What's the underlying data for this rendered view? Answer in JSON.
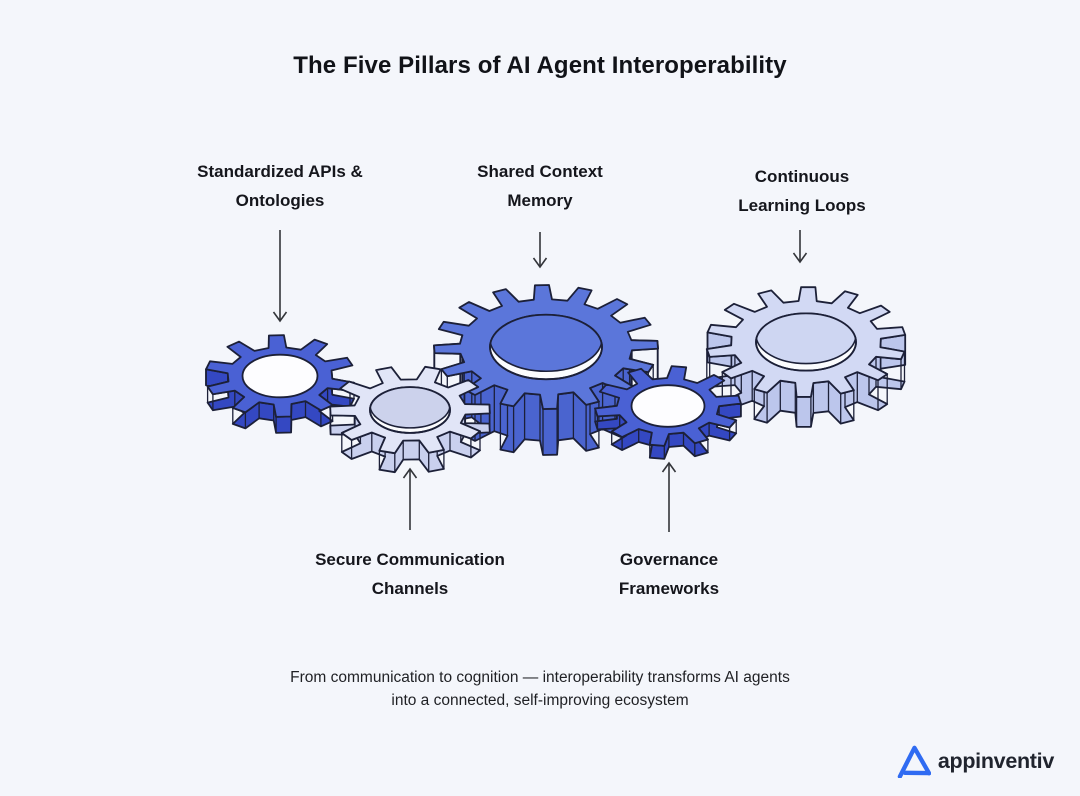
{
  "title": "The Five Pillars of AI Agent Interoperability",
  "pillars": [
    {
      "id": "standardized-apis-ontologies",
      "lines": [
        "Standardized APIs &",
        "Ontologies"
      ],
      "gear": {
        "top": "#4a61d4",
        "side": "#3448c2",
        "hole": "white",
        "holeFill": "#fdfdff"
      }
    },
    {
      "id": "shared-context-memory",
      "lines": [
        "Shared Context",
        "Memory"
      ],
      "gear": {
        "top": "#5b76da",
        "side": "#4a64cf",
        "hole": "recessed",
        "holeFill": "#5b76da"
      }
    },
    {
      "id": "continuous-learning-loops",
      "lines": [
        "Continuous",
        "Learning Loops"
      ],
      "gear": {
        "top": "#d2d9f4",
        "side": "#bcc6ec",
        "hole": "recessed",
        "holeFill": "#ced6f2"
      }
    },
    {
      "id": "secure-communication-channels",
      "lines": [
        "Secure Communication",
        "Channels"
      ],
      "gear": {
        "top": "#e1e5f7",
        "side": "#c9d0ee",
        "hole": "recessed",
        "holeFill": "#ccd2ec"
      }
    },
    {
      "id": "governance-frameworks",
      "lines": [
        "Governance",
        "Frameworks"
      ],
      "gear": {
        "top": "#4a61d4",
        "side": "#3448c2",
        "hole": "white",
        "holeFill": "#fdfdff"
      }
    }
  ],
  "caption_lines": [
    "From communication to cognition — interoperability transforms AI agents",
    "into a connected, self-improving ecosystem"
  ],
  "logo": {
    "text": "appinventiv",
    "accent": "#2f6bf2"
  },
  "colors": {
    "background": "#f4f6fb",
    "outline": "#1c2038",
    "text": "#15161c",
    "arrow": "#33353a",
    "hole_sliver": "#fbfcfe"
  }
}
